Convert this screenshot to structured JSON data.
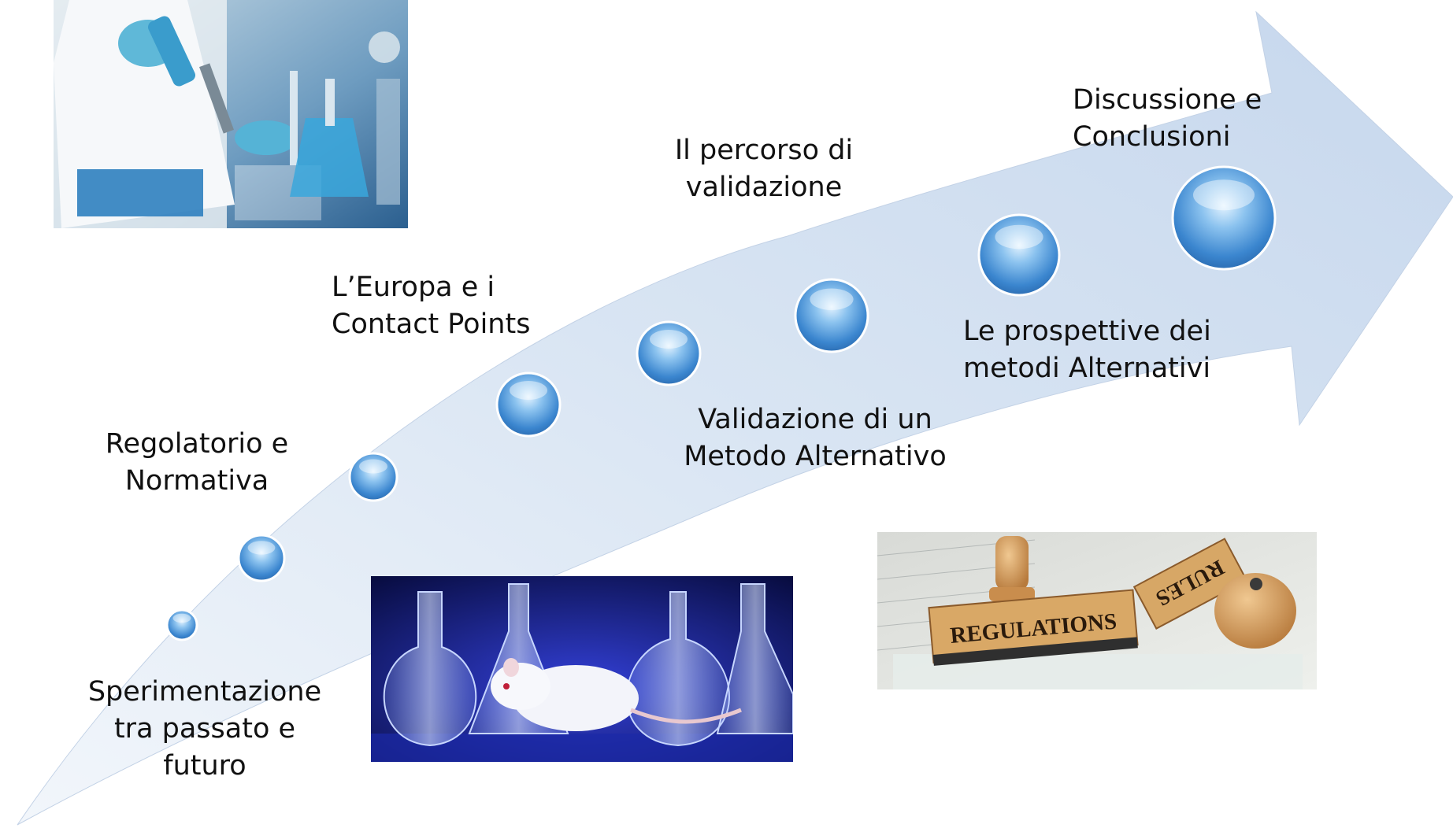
{
  "colors": {
    "arrow_light": "#eef3fa",
    "arrow_mid": "#c9d9ee",
    "bubble_light": "#bfe0f8",
    "bubble_dark": "#2f78c2",
    "text": "#111111"
  },
  "milestones": [
    {
      "lines": [
        "Sperimentazione",
        "tra passato e",
        "futuro"
      ]
    },
    {
      "lines": [
        "Regolatorio e",
        "Normativa"
      ]
    },
    {
      "lines": [
        "L’Europa e i",
        "Contact Points"
      ]
    },
    {
      "lines": [
        "Il percorso di",
        "validazione"
      ]
    },
    {
      "lines": [
        "Validazione di un",
        "Metodo Alternativo"
      ]
    },
    {
      "lines": [
        "Le prospettive dei",
        "metodi Alternativi"
      ]
    },
    {
      "lines": [
        "Discussione e",
        "Conclusioni"
      ]
    }
  ],
  "images": {
    "lab": "laboratory-photo",
    "rat": "lab-rat-flasks-photo",
    "regulations": "regulations-stamp-photo"
  },
  "stamp": {
    "regulations_text": "REGULATIONS",
    "rules_text": "RULES"
  }
}
